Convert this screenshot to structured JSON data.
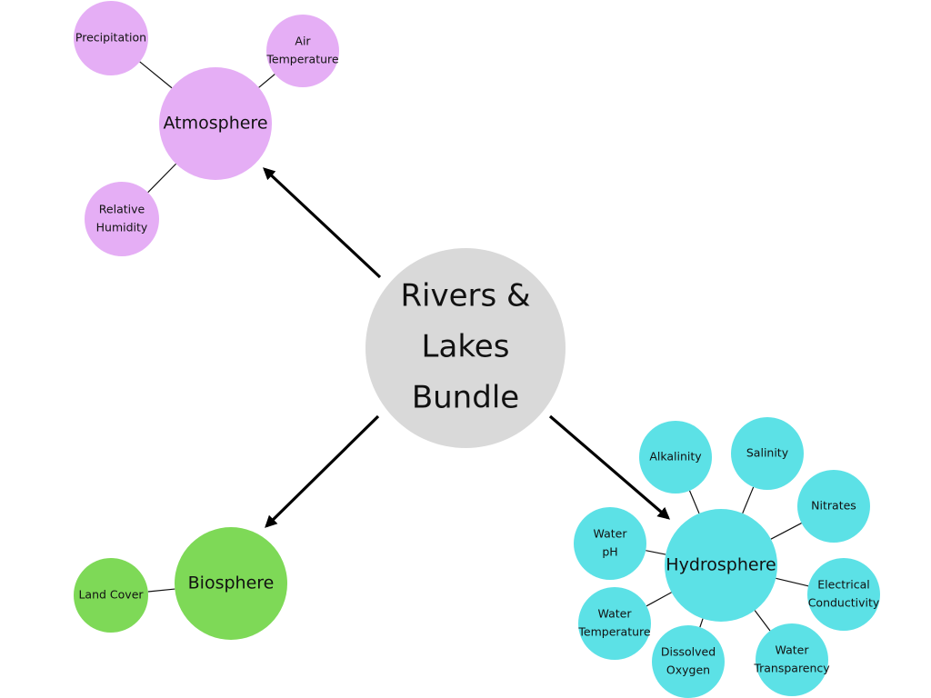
{
  "diagram": {
    "title_lines": [
      "Rivers &",
      "Lakes",
      "Bundle"
    ],
    "center_color": "#d9d9d9",
    "hubs": [
      {
        "id": "atmosphere",
        "label": "Atmosphere",
        "color": "#e5aef5",
        "children": [
          {
            "lines": [
              "Precipitation"
            ]
          },
          {
            "lines": [
              "Air",
              "Temperature"
            ]
          },
          {
            "lines": [
              "Relative",
              "Humidity"
            ]
          }
        ]
      },
      {
        "id": "biosphere",
        "label": "Biosphere",
        "color": "#7ed957",
        "children": [
          {
            "lines": [
              "Land Cover"
            ]
          }
        ]
      },
      {
        "id": "hydrosphere",
        "label": "Hydrosphere",
        "color": "#5ce1e6",
        "children": [
          {
            "lines": [
              "Alkalinity"
            ]
          },
          {
            "lines": [
              "Salinity"
            ]
          },
          {
            "lines": [
              "Nitrates"
            ]
          },
          {
            "lines": [
              "Water",
              "pH"
            ]
          },
          {
            "lines": [
              "Electrical",
              "Conductivity"
            ]
          },
          {
            "lines": [
              "Water",
              "Temperature"
            ]
          },
          {
            "lines": [
              "Dissolved",
              "Oxygen"
            ]
          },
          {
            "lines": [
              "Water",
              "Transparency"
            ]
          }
        ]
      }
    ]
  }
}
